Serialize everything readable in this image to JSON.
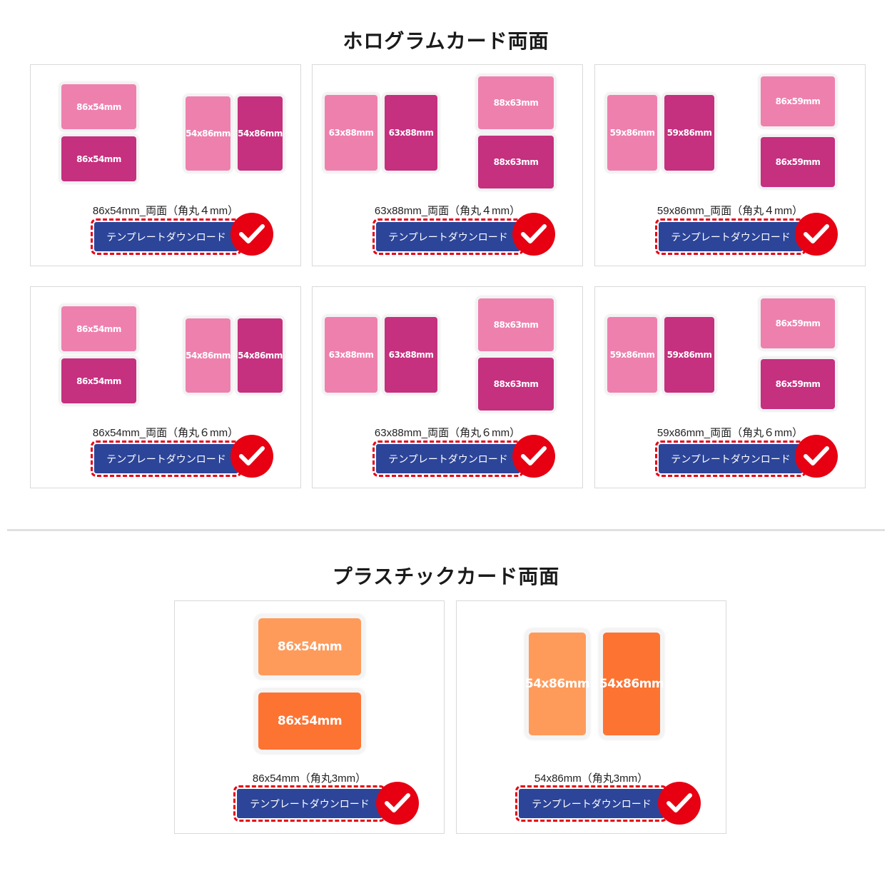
{
  "hologram": {
    "title": "ホログラムカード両面",
    "cards": [
      {
        "caption": "86x54mm_両面（角丸４mm）",
        "button": "テンプレートダウンロード",
        "layout": "A",
        "labels": [
          "86x54mm",
          "86x54mm",
          "54x86mm",
          "54x86mm"
        ]
      },
      {
        "caption": "63x88mm_両面（角丸４mm）",
        "button": "テンプレートダウンロード",
        "layout": "B",
        "labels": [
          "63x88mm",
          "63x88mm",
          "88x63mm",
          "88x63mm"
        ]
      },
      {
        "caption": "59x86mm_両面（角丸４mm）",
        "button": "テンプレートダウンロード",
        "layout": "B",
        "labels": [
          "59x86mm",
          "59x86mm",
          "86x59mm",
          "86x59mm"
        ]
      },
      {
        "caption": "86x54mm_両面（角丸６mm）",
        "button": "テンプレートダウンロード",
        "layout": "A",
        "labels": [
          "86x54mm",
          "86x54mm",
          "54x86mm",
          "54x86mm"
        ]
      },
      {
        "caption": "63x88mm_両面（角丸６mm）",
        "button": "テンプレートダウンロード",
        "layout": "B",
        "labels": [
          "63x88mm",
          "63x88mm",
          "88x63mm",
          "88x63mm"
        ]
      },
      {
        "caption": "59x86mm_両面（角丸６mm）",
        "button": "テンプレートダウンロード",
        "layout": "B",
        "labels": [
          "59x86mm",
          "59x86mm",
          "86x59mm",
          "86x59mm"
        ]
      }
    ]
  },
  "plastic": {
    "title": "プラスチックカード両面",
    "cards": [
      {
        "caption": "86x54mm（角丸3mm）",
        "button": "テンプレートダウンロード",
        "layout": "H",
        "labels": [
          "86x54mm",
          "86x54mm"
        ]
      },
      {
        "caption": "54x86mm（角丸3mm）",
        "button": "テンプレートダウンロード",
        "layout": "V",
        "labels": [
          "54x86mm",
          "54x86mm"
        ]
      }
    ]
  },
  "colors": {
    "pink_light": "#ee80ae",
    "pink_dark": "#c5307f",
    "orange_light": "#fe9b5b",
    "orange_dark": "#fd7332",
    "button": "#2c4599",
    "accent_red": "#e60012"
  },
  "icons": {
    "download_check": "check-circle-icon"
  }
}
